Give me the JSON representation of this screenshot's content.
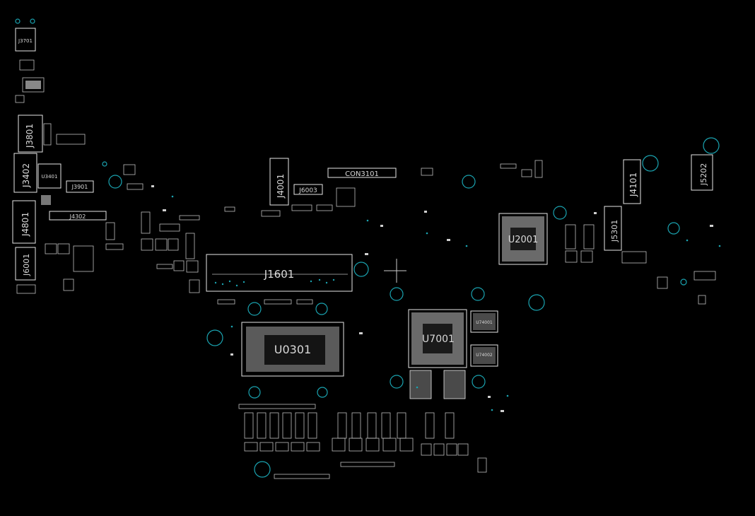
{
  "colors": {
    "background": "#000000",
    "silkscreen": "#e6e6e6",
    "label": "#d9d9d9",
    "mounting_hole": "#1aa3b0"
  },
  "components": {
    "J3701": "J3701",
    "J3801": "J3801",
    "J3402": "J3402",
    "U3401": "U3401",
    "J3901": "J3901",
    "J4302": "J4302",
    "J4801": "J4801",
    "J6001": "J6001",
    "J4001": "J4001",
    "CON3101": "CON3101",
    "J6003": "J6003",
    "J1601": "J1601",
    "U0301": "U0301",
    "U7001": "U7001",
    "U74001": "U74001",
    "U74002": "U74002",
    "U2001": "U2001",
    "J4101": "J4101",
    "J5202": "J5202",
    "J5301": "J5301"
  }
}
